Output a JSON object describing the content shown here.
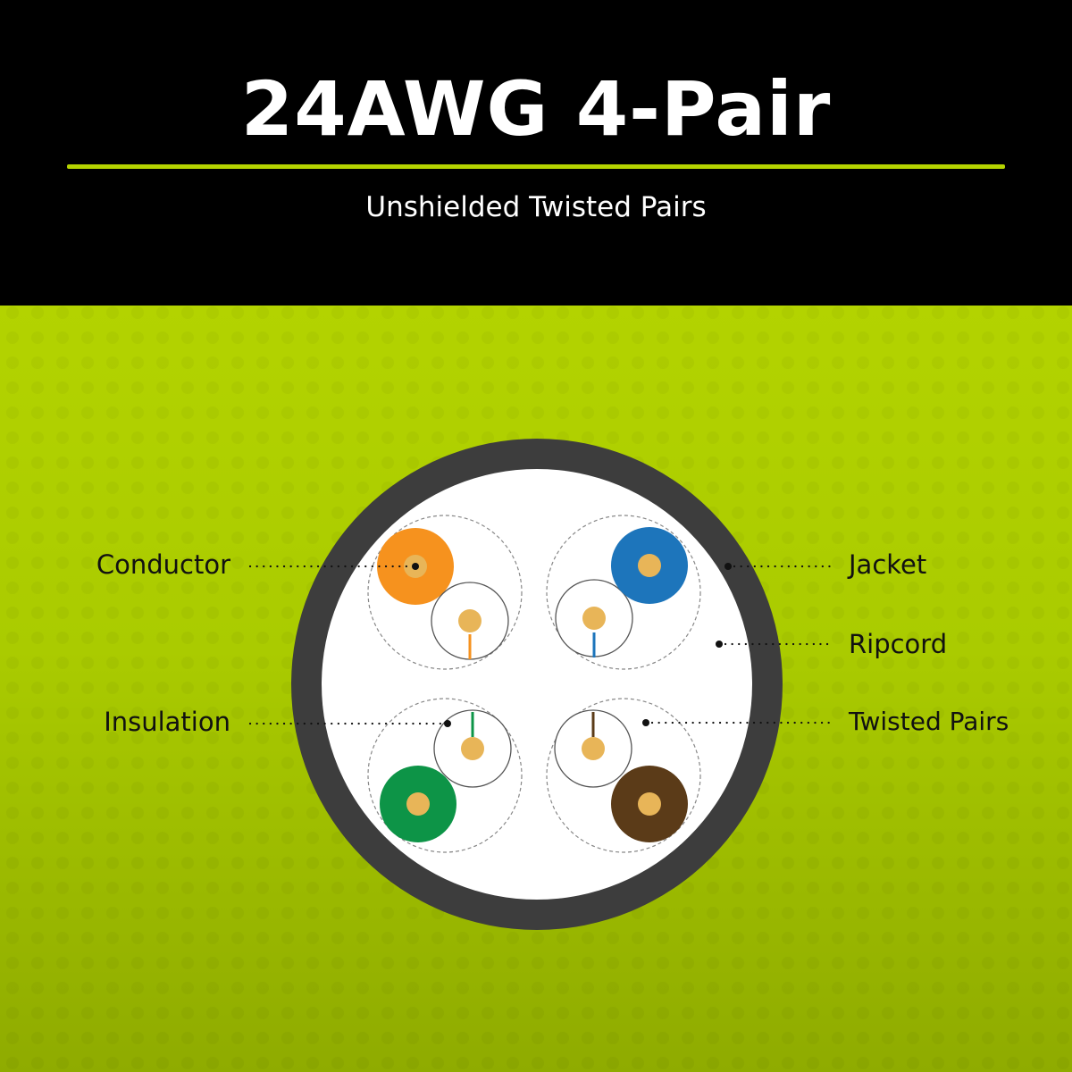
{
  "header": {
    "title": "24AWG 4-Pair",
    "subtitle": "Unshielded Twisted Pairs"
  },
  "colors": {
    "header_bg": "#000000",
    "accent_green": "#b5d300",
    "jacket": "#3d3d3d",
    "core": "#ffffff",
    "conductor": "#e8b558",
    "orange": "#f6921e",
    "blue": "#1d75bb",
    "green": "#0d9447",
    "brown": "#5b3b18"
  },
  "labels": {
    "conductor": "Conductor",
    "insulation": "Insulation",
    "jacket": "Jacket",
    "ripcord": "Ripcord",
    "twisted_pairs": "Twisted Pairs"
  },
  "pairs": [
    {
      "name": "orange-pair",
      "color": "orange"
    },
    {
      "name": "blue-pair",
      "color": "blue"
    },
    {
      "name": "green-pair",
      "color": "green"
    },
    {
      "name": "brown-pair",
      "color": "brown"
    }
  ]
}
